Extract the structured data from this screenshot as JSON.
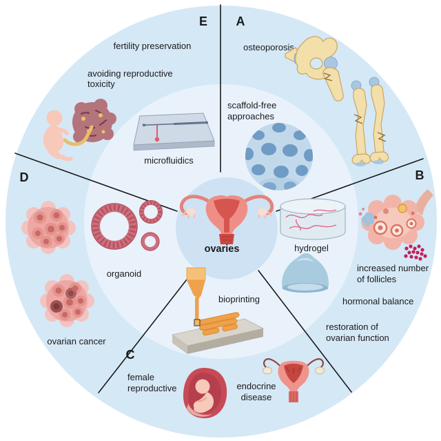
{
  "center": {
    "label": "ovaries",
    "icon": "uterus-ovaries-icon"
  },
  "sectors": {
    "a": {
      "letter": "A",
      "labels": {
        "osteoporosis": "osteoporosis",
        "scaffold_free": [
          "scaffold-free",
          "approaches"
        ]
      },
      "icons": [
        "fractured-hip-bone-icon",
        "fractured-femur-bones-icon",
        "cell-spheroid-icon"
      ]
    },
    "b": {
      "letter": "B",
      "labels": {
        "hydrogel": "hydrogel",
        "increased_follicles": [
          "increased number",
          "of follicles"
        ],
        "hormonal_balance": "hormonal balance",
        "restoration": [
          "restoration of",
          "ovarian function"
        ]
      },
      "icons": [
        "ovary-follicles-icon",
        "oocyte-dots-icon",
        "hydrogel-dish-icon",
        "gel-dome-icon"
      ]
    },
    "c": {
      "letter": "C",
      "labels": {
        "bioprinting": "bioprinting",
        "female_reproductive": [
          "female",
          "reproductive"
        ],
        "endocrine_disease": [
          "endocrine",
          "disease"
        ]
      },
      "icons": [
        "bioprinter-icon",
        "fetus-in-womb-icon",
        "uterus-disease-icon"
      ]
    },
    "d": {
      "letter": "D",
      "labels": {
        "organoid": "organoid",
        "ovarian_cancer": "ovarian cancer"
      },
      "icons": [
        "tumor-cluster-icon",
        "tumor-cluster-dark-icon",
        "organoid-rings-icon"
      ]
    },
    "e": {
      "letter": "E",
      "labels": {
        "fertility_preservation": "fertility preservation",
        "avoiding_toxicity": [
          "avoiding reproductive",
          "toxicity"
        ],
        "microfluidics": "microfluidics"
      },
      "icons": [
        "fetus-placenta-icon",
        "microfluidics-chip-icon"
      ]
    }
  },
  "colors": {
    "background": "#ffffff",
    "outer_ring": "#d5e8f6",
    "middle_ring": "#e9f2fb",
    "center_disc": "#cfe2f3",
    "divider": "#1a1a1a",
    "text": "#1a1a1a"
  }
}
